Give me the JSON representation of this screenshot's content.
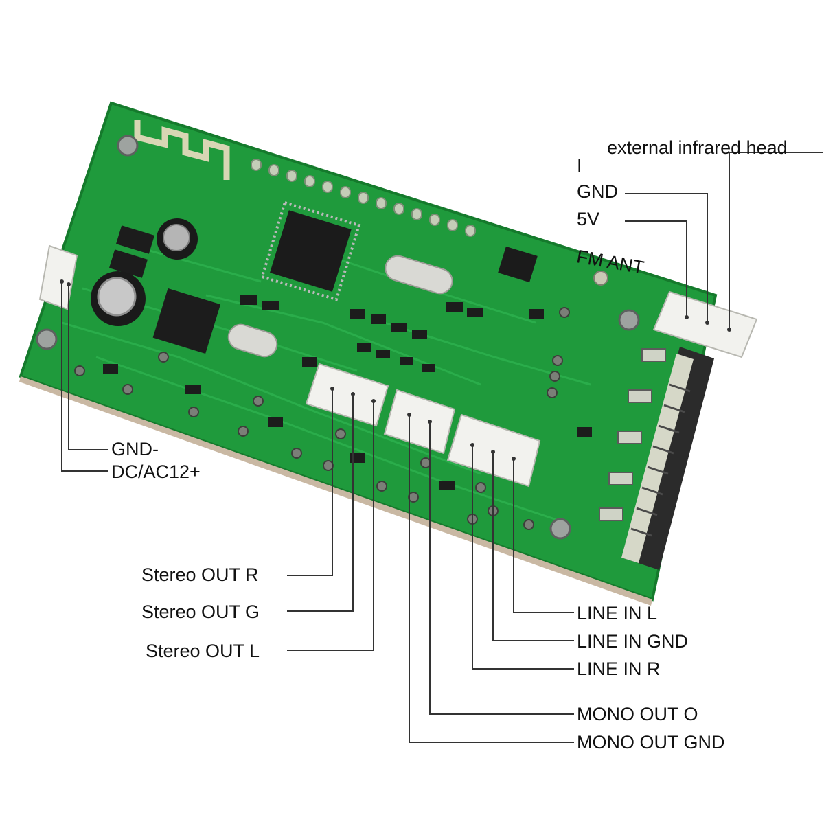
{
  "labels": {
    "external_infrared_head": "external infrared head",
    "ir_i": "I",
    "ir_gnd": "GND",
    "ir_5v": "5V",
    "fm_ant": "FM ANT",
    "power_gnd": "GND-",
    "power_dc": "DC/AC12+",
    "stereo_out_r": "Stereo OUT R",
    "stereo_out_g": "Stereo OUT G",
    "stereo_out_l": "Stereo OUT L",
    "line_in_l": "LINE IN L",
    "line_in_gnd": "LINE IN GND",
    "line_in_r": "LINE IN R",
    "mono_out_o": "MONO OUT O",
    "mono_out_gnd": "MONO OUT GND"
  },
  "colors": {
    "pcb_green": "#1f9a3c",
    "pcb_edge": "#157a2c",
    "trace": "#2cb04d",
    "silkscreen": "#e9f5ec",
    "connector": "#f2f2ee",
    "leader_line": "#333333",
    "label_text": "#111111"
  },
  "icons": [
    "pcb-board",
    "microcontroller-chip",
    "electrolytic-capacitor",
    "crystal-oscillator",
    "jst-connector",
    "mounting-screw",
    "antenna-trace",
    "card-slot"
  ]
}
